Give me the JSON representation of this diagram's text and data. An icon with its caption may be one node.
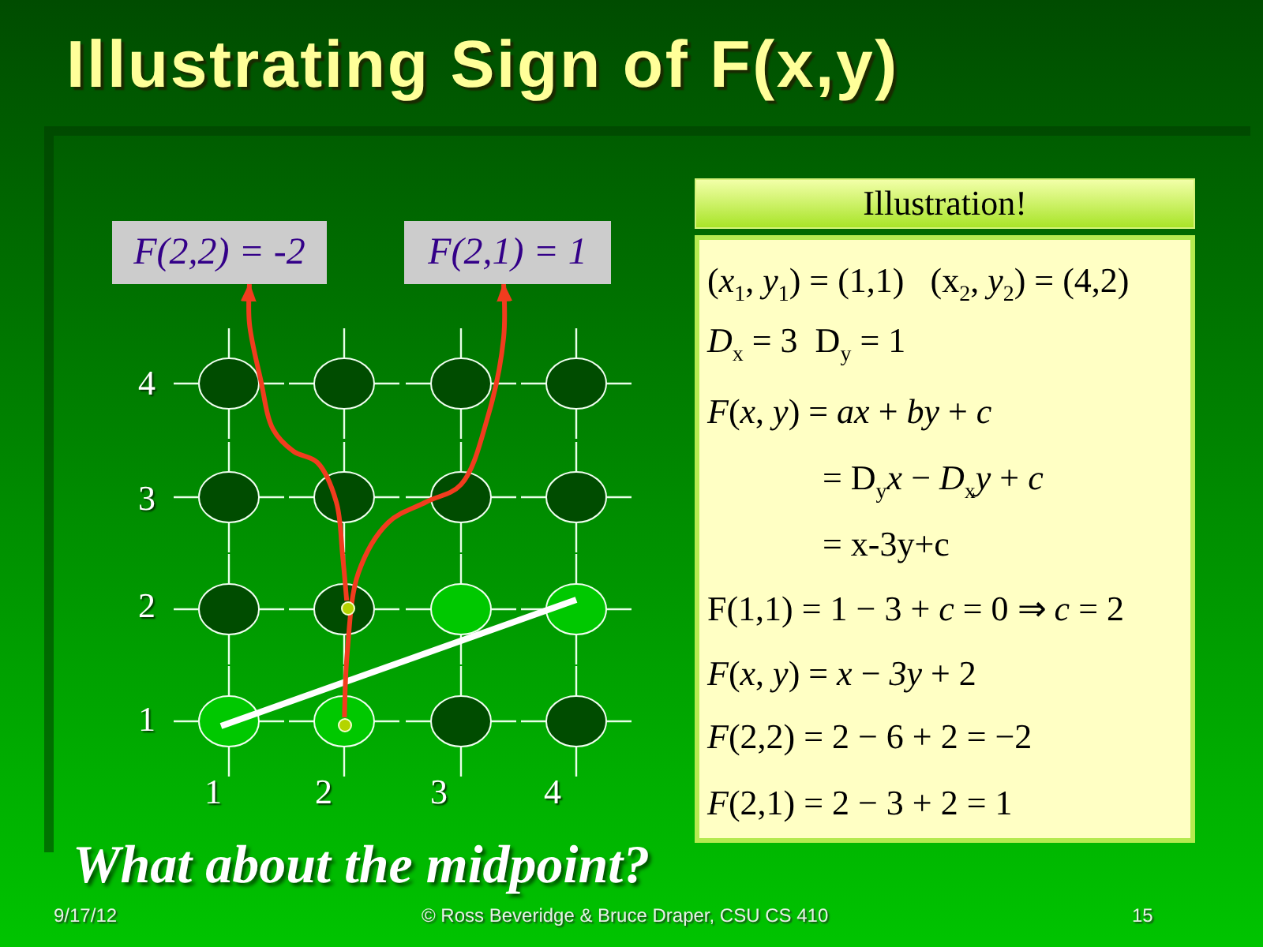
{
  "diagram": {
    "title": "Illustrating Sign of F(x,y)",
    "nodes": [
      {
        "text": [
          "F(2,2) = -2"
        ]
      },
      {
        "text": [
          "F(2,1) = 1"
        ]
      },
      {
        "text": [],
        "shape": "circle"
      },
      {
        "text": [],
        "shape": "circle"
      },
      {
        "text": [
          "Illustration!"
        ]
      },
      {
        "text": [
          "(*x*$_{1}$, *y*$_{1}$) = (1,1)   (x$_{2}$, *y*$_{2}$) = (4,2)",
          "*D*$_{x}$ = 3  D$_{y}$ = 1",
          "*F*(*x*, *y*) = *ax* + *by* + *c*",
          "= D$_{y}$*x* − *D*$_{x}$*y* + *c*",
          "= x-3y+c",
          "F(1,1) = 1 − 3 + *c* = 0 ⇒ *c* = 2",
          "*F*(*x*, *y*) = *x* − *3y* + 2",
          "*F*(2,2) = 2 − 6 + 2 = −2",
          "*F*(2,1) = 2 − 3 + 2 = 1"
        ]
      }
    ],
    "edges": [
      {
        "from": 2,
        "to": 0,
        "arrow": "to"
      },
      {
        "from": 3,
        "to": 1,
        "arrow": "to"
      }
    ],
    "labels": [
      "4",
      "3",
      "2",
      "1",
      "1",
      "2",
      "3",
      "4",
      "What about the midpoint?",
      "9/17/12",
      "© Ross Beveridge & Bruce Draper, CSU CS 410",
      "15"
    ]
  }
}
